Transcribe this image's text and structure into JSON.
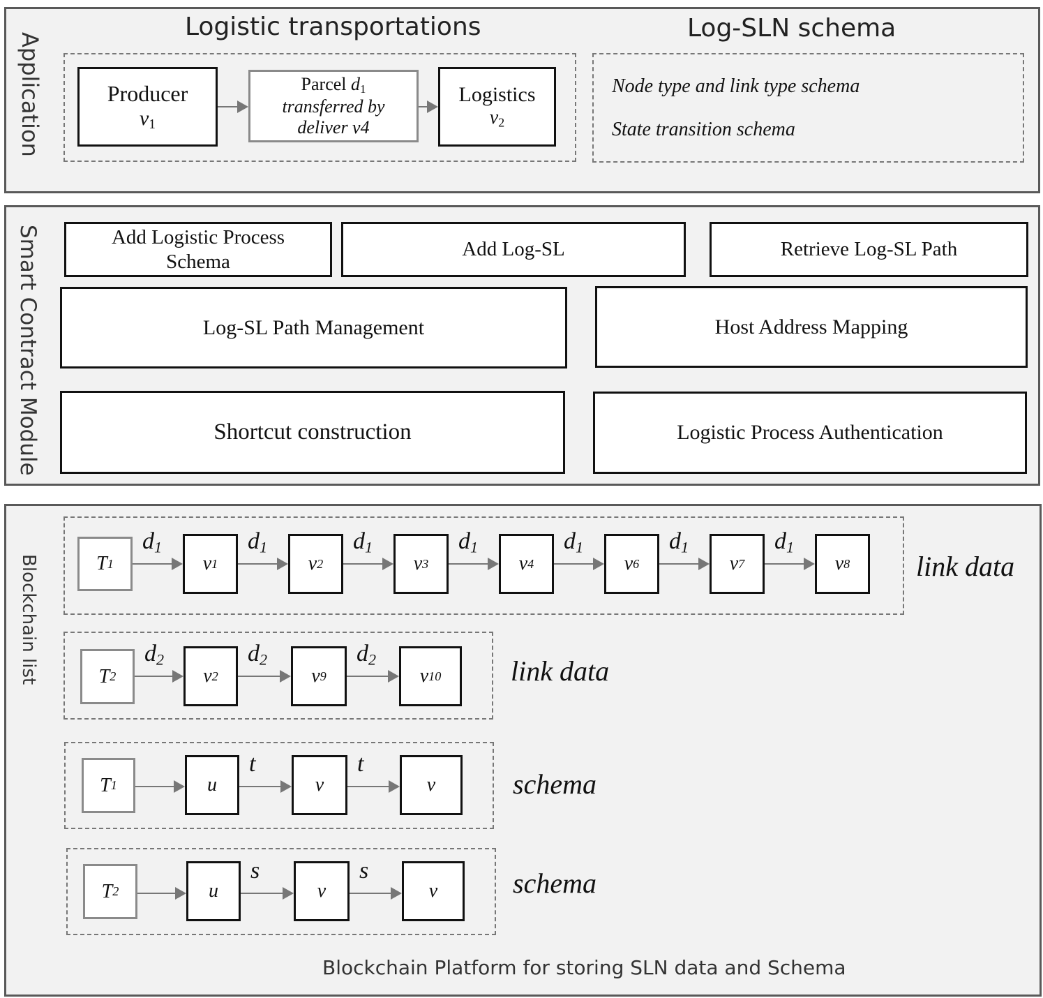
{
  "application": {
    "label": "Application",
    "transport_heading": "Logistic transportations",
    "schema_heading": "Log-SLN schema",
    "producer": {
      "title": "Producer",
      "node": "v",
      "sub": "1"
    },
    "parcel": {
      "line1_pre": "Parcel ",
      "line1_var": "d",
      "line1_sub": "1",
      "line2": "transferred by",
      "line3": "deliver v4"
    },
    "logistics": {
      "title": "Logistics",
      "node": "v",
      "sub": "2"
    },
    "schema_items": [
      "Node type and link type schema",
      "State transition schema"
    ]
  },
  "smart_contract": {
    "label": "Smart Contract Module",
    "modules": {
      "add_process_schema": "Add Logistic Process Schema",
      "add_log_sl": "Add Log-SL",
      "retrieve_path": "Retrieve Log-SL Path",
      "path_management": "Log-SL Path Management",
      "host_mapping": "Host Address Mapping",
      "shortcut": "Shortcut construction",
      "authentication": "Logistic Process Authentication"
    }
  },
  "blockchain": {
    "label": "Blockchain list",
    "footer": "Blockchain Platform for storing SLN data and Schema",
    "rows": [
      {
        "tag": "link data",
        "start": {
          "var": "T",
          "sub": "1"
        },
        "edges": [
          {
            "var": "d",
            "sub": "1"
          },
          {
            "var": "d",
            "sub": "1"
          },
          {
            "var": "d",
            "sub": "1"
          },
          {
            "var": "d",
            "sub": "1"
          },
          {
            "var": "d",
            "sub": "1"
          },
          {
            "var": "d",
            "sub": "1"
          },
          {
            "var": "d",
            "sub": "1"
          }
        ],
        "nodes": [
          {
            "var": "v",
            "sub": "1"
          },
          {
            "var": "v",
            "sub": "2"
          },
          {
            "var": "v",
            "sub": "3"
          },
          {
            "var": "v",
            "sub": "4"
          },
          {
            "var": "v",
            "sub": "6"
          },
          {
            "var": "v",
            "sub": "7"
          },
          {
            "var": "v",
            "sub": "8"
          }
        ]
      },
      {
        "tag": "link data",
        "start": {
          "var": "T",
          "sub": "2"
        },
        "edges": [
          {
            "var": "d",
            "sub": "2"
          },
          {
            "var": "d",
            "sub": "2"
          },
          {
            "var": "d",
            "sub": "2"
          }
        ],
        "nodes": [
          {
            "var": "v",
            "sub": "2"
          },
          {
            "var": "v",
            "sub": "9"
          },
          {
            "var": "v",
            "sub": "10"
          }
        ]
      },
      {
        "tag": "schema",
        "start": {
          "var": "T",
          "sub": "1"
        },
        "edges": [
          {
            "var": "",
            "sub": ""
          },
          {
            "var": "t",
            "sub": ""
          },
          {
            "var": "t",
            "sub": ""
          }
        ],
        "nodes": [
          {
            "var": "u",
            "sub": ""
          },
          {
            "var": "v",
            "sub": ""
          },
          {
            "var": "v",
            "sub": ""
          }
        ]
      },
      {
        "tag": "schema",
        "start": {
          "var": "T",
          "sub": "2"
        },
        "edges": [
          {
            "var": "",
            "sub": ""
          },
          {
            "var": "s",
            "sub": ""
          },
          {
            "var": "s",
            "sub": ""
          }
        ],
        "nodes": [
          {
            "var": "u",
            "sub": ""
          },
          {
            "var": "v",
            "sub": ""
          },
          {
            "var": "v",
            "sub": ""
          }
        ]
      }
    ]
  }
}
